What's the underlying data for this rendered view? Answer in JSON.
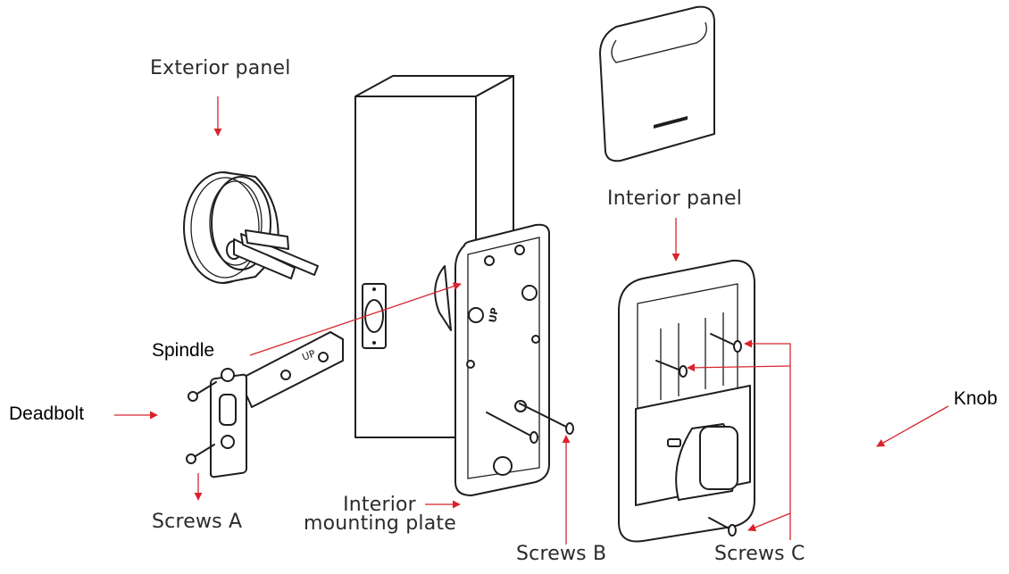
{
  "labels": {
    "exterior_panel": "Exterior panel",
    "interior_panel": "Interior panel",
    "spindle": "Spindle",
    "deadbolt": "Deadbolt",
    "knob": "Knob",
    "screws_a": "Screws A",
    "interior_mounting_plate_line1": "Interior",
    "interior_mounting_plate_line2": "mounting plate",
    "screws_b": "Screws B",
    "screws_c": "Screws C"
  },
  "engraved_text": {
    "plate_up": "UP",
    "deadbolt_up": "UP"
  },
  "colors": {
    "arrow": "#d9232d",
    "drawing_line": "#1e1e1e",
    "label_text": "#2b2b2b"
  }
}
